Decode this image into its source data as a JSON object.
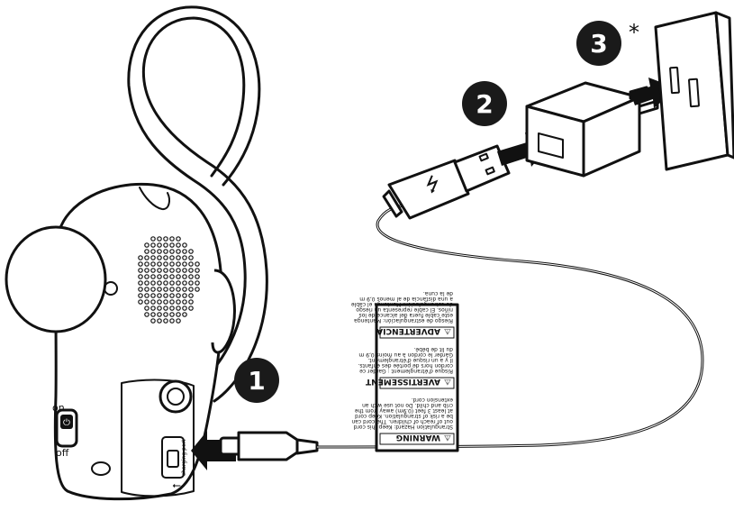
{
  "steps": [
    {
      "number": "1",
      "marker": ""
    },
    {
      "number": "2",
      "marker": ""
    },
    {
      "number": "3",
      "marker": "*"
    }
  ],
  "device_labels": {
    "switch_on": "on",
    "switch_off": "off",
    "charging_port": "charging port"
  },
  "warning_tag": {
    "sections": [
      {
        "heading": "WARNING",
        "lines": [
          "Strangulation Hazard: Keep this cord",
          "out of reach of children. The cord can",
          "be a risk of strangulation. Keep cord",
          "at least 3 feet (0.9m) away from the",
          "crib and child. Do not use with an",
          "extension cord."
        ]
      },
      {
        "heading": "AVERTISSEMENT",
        "lines": [
          "Risque d'étranglement : Garder ce",
          "cordon hors de portée des enfants.",
          "Il y a un risque d'étranglement.",
          "Garder le cordon à au moins 0,9 m",
          "du lit de bébé."
        ]
      },
      {
        "heading": "ADVERTENCIA",
        "lines": [
          "Riesgo de estrangulación: Mantenga",
          "este cable fuera del alcance de los",
          "niños. El cable representa un riesgo",
          "de estrangulación. Mantenga el cable",
          "a una distancia de al menos 0,9 m",
          "de la cuna."
        ]
      }
    ]
  },
  "colors": {
    "ink": "#111111",
    "badge": "#1a1a1a",
    "badge_text": "#ffffff",
    "paper": "#ffffff",
    "wall_plate": "#f2f2f2"
  }
}
